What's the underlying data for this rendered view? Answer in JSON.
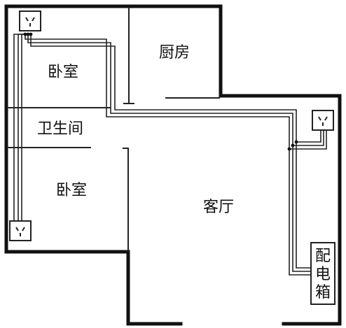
{
  "rooms": {
    "bedroom_top": "卧室",
    "kitchen": "厨房",
    "bathroom": "卫生间",
    "bedroom_bottom": "卧室",
    "living_room": "客厅"
  },
  "distribution_box": {
    "chars": [
      "配",
      "电",
      "箱"
    ]
  },
  "icons": {
    "outlet": "power-outlet-icon"
  },
  "colors": {
    "line": "#111111",
    "background": "#ffffff"
  }
}
